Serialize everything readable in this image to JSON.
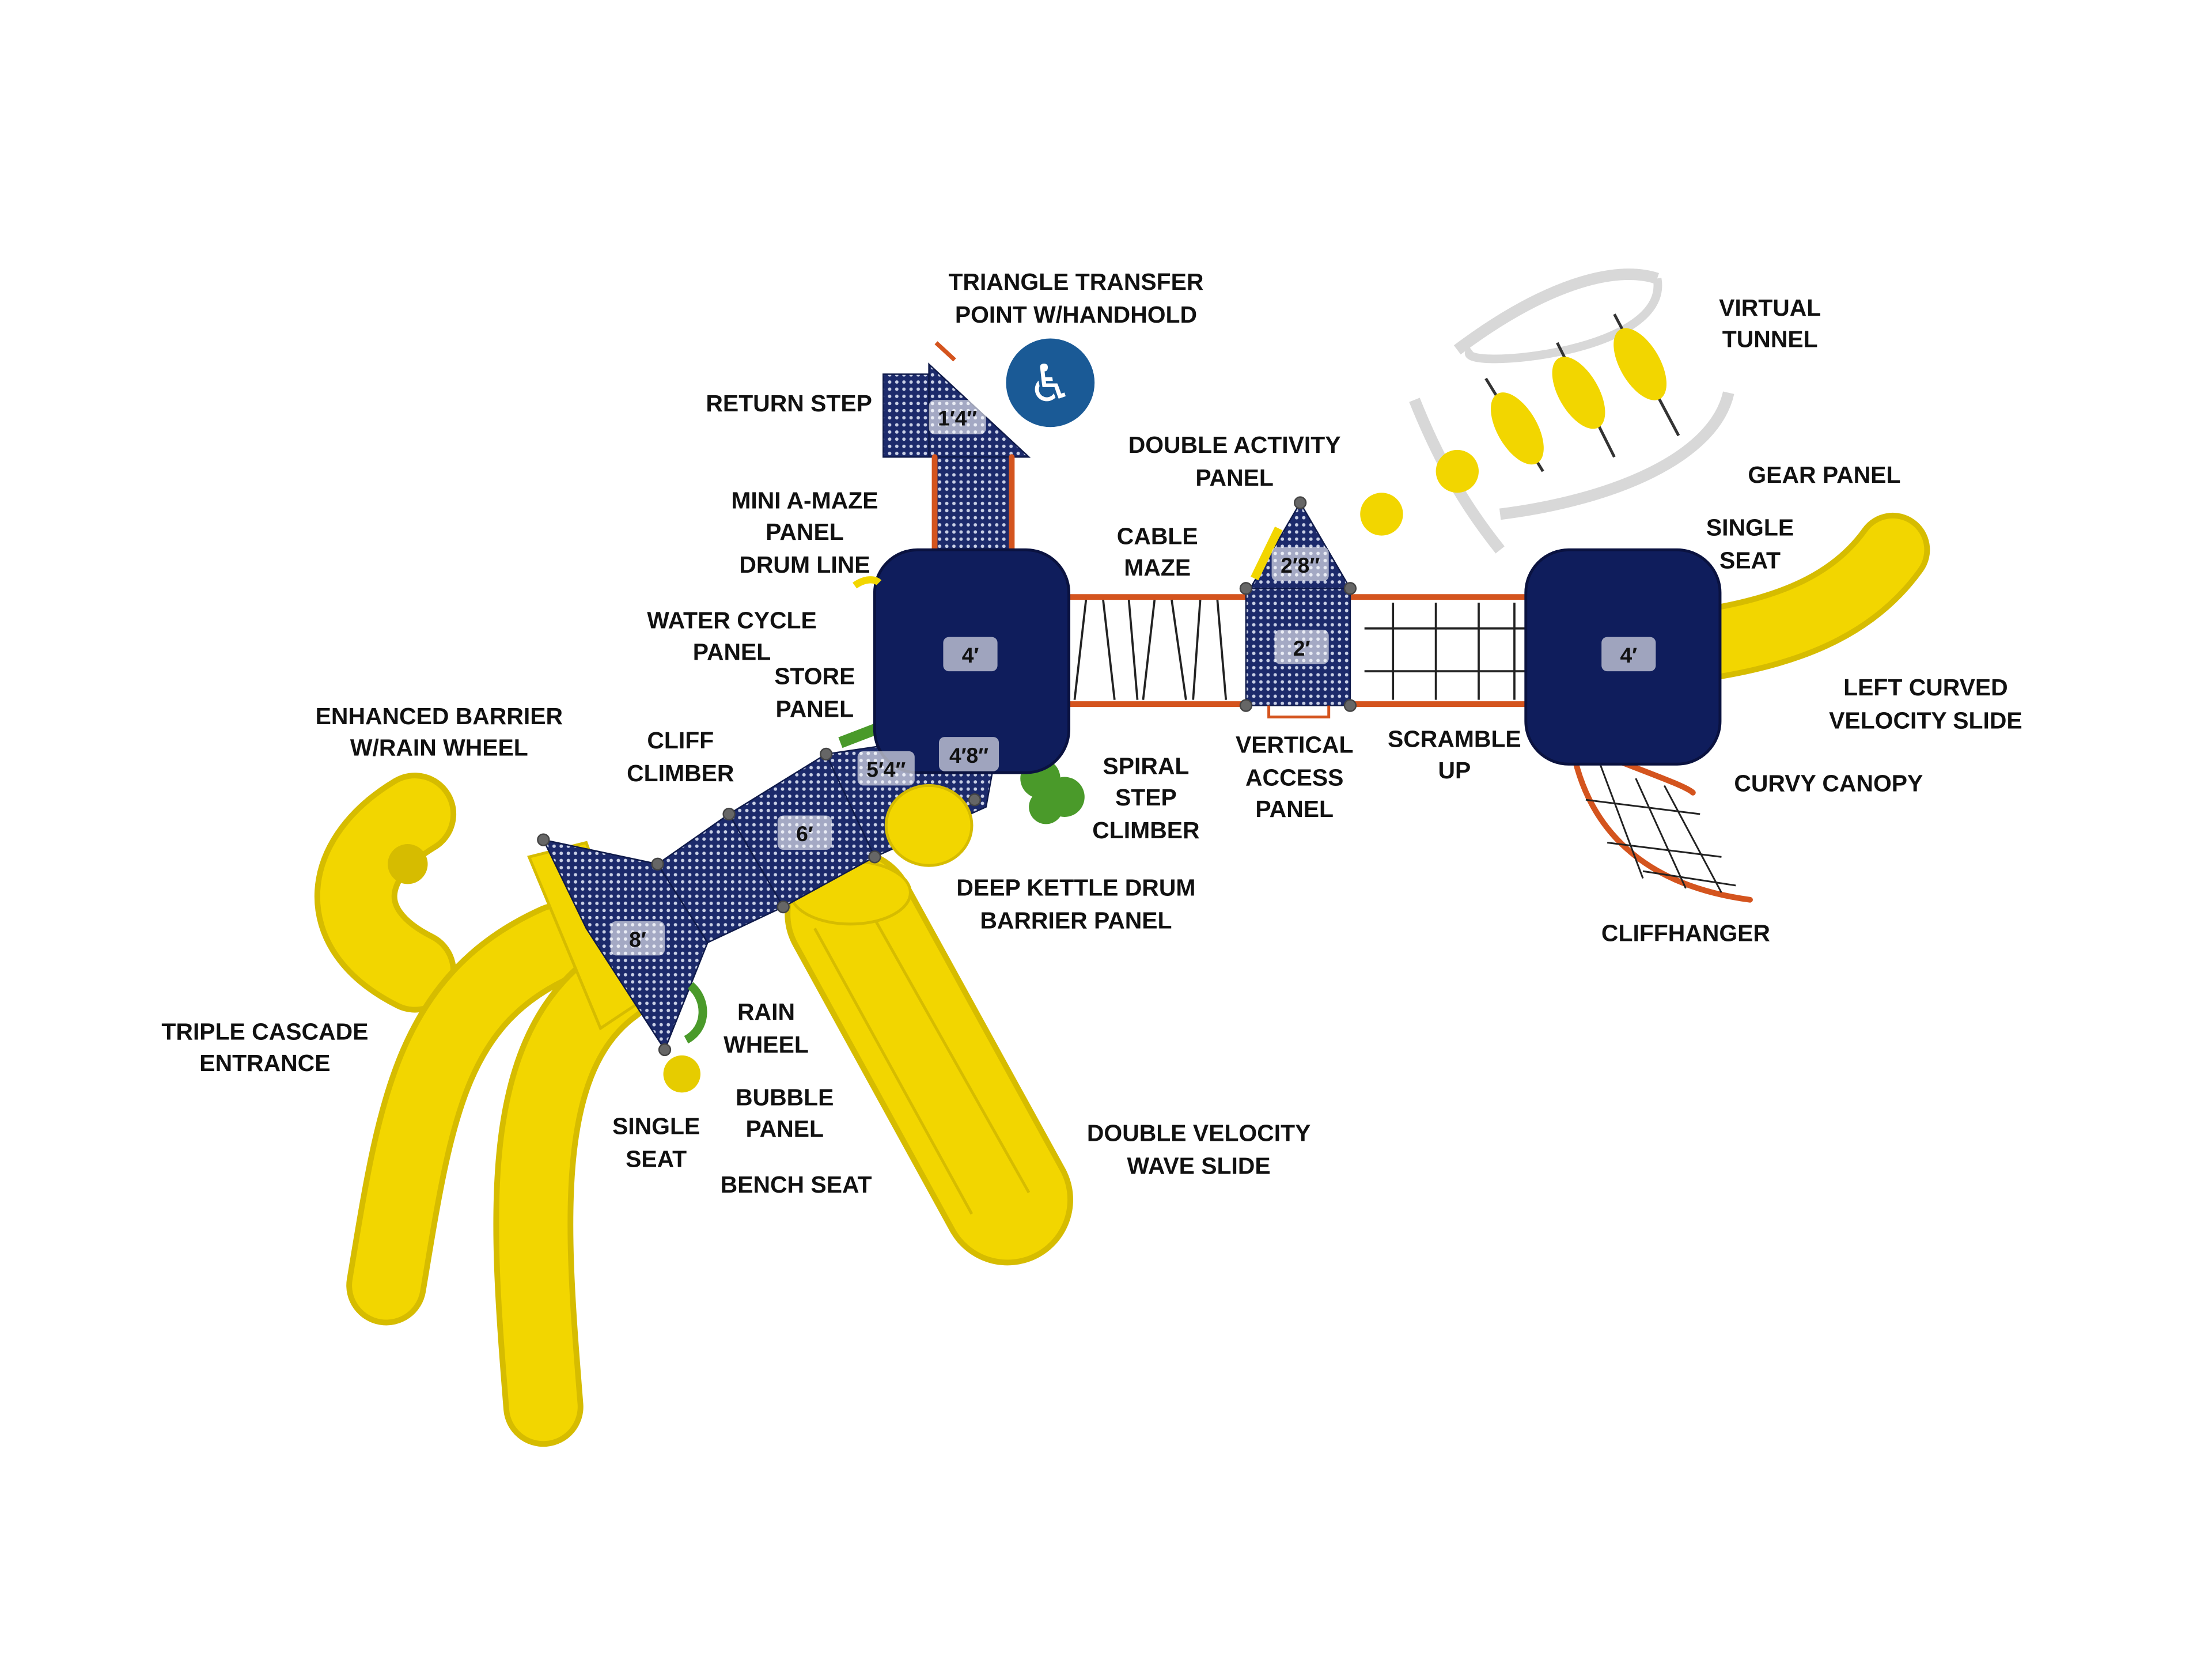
{
  "title": "Playground structure plan",
  "colors": {
    "deck": "#1c2a6b",
    "slide": "#f2d600",
    "rail": "#d4541e",
    "green": "#4a9a2a",
    "accessibility": "#1a5a96"
  },
  "icons": {
    "accessibility": "wheelchair-accessibility-icon"
  },
  "deck_heights": [
    "1′4″",
    "4′",
    "2′8″",
    "2′",
    "4′",
    "5′4″",
    "4′8″",
    "6′",
    "8′"
  ],
  "labels": [
    {
      "lines": [
        "TRIANGLE TRANSFER",
        "POINT W/HANDHOLD"
      ]
    },
    {
      "lines": [
        "RETURN STEP"
      ]
    },
    {
      "lines": [
        "MINI A-MAZE",
        "PANEL",
        "DRUM LINE"
      ]
    },
    {
      "lines": [
        "WATER CYCLE",
        "PANEL"
      ]
    },
    {
      "lines": [
        "STORE",
        "PANEL"
      ]
    },
    {
      "lines": [
        "ENHANCED BARRIER",
        "W/RAIN WHEEL"
      ]
    },
    {
      "lines": [
        "CLIFF",
        "CLIMBER"
      ]
    },
    {
      "lines": [
        "DOUBLE ACTIVITY",
        "PANEL"
      ]
    },
    {
      "lines": [
        "CABLE",
        "MAZE"
      ]
    },
    {
      "lines": [
        "VIRTUAL",
        "TUNNEL"
      ]
    },
    {
      "lines": [
        "GEAR PANEL"
      ]
    },
    {
      "lines": [
        "SINGLE",
        "SEAT"
      ]
    },
    {
      "lines": [
        "LEFT CURVED",
        "VELOCITY SLIDE"
      ]
    },
    {
      "lines": [
        "CURVY CANOPY"
      ]
    },
    {
      "lines": [
        "CLIFFHANGER"
      ]
    },
    {
      "lines": [
        "SCRAMBLE",
        "UP"
      ]
    },
    {
      "lines": [
        "VERTICAL",
        "ACCESS",
        "PANEL"
      ]
    },
    {
      "lines": [
        "SPIRAL",
        "STEP",
        "CLIMBER"
      ]
    },
    {
      "lines": [
        "DEEP KETTLE DRUM",
        "BARRIER PANEL"
      ]
    },
    {
      "lines": [
        "DOUBLE VELOCITY",
        "WAVE SLIDE"
      ]
    },
    {
      "lines": [
        "TRIPLE CASCADE",
        "ENTRANCE"
      ]
    },
    {
      "lines": [
        "RAIN",
        "WHEEL"
      ]
    },
    {
      "lines": [
        "BUBBLE",
        "PANEL"
      ]
    },
    {
      "lines": [
        "SINGLE",
        "SEAT"
      ]
    },
    {
      "lines": [
        "BENCH SEAT"
      ]
    }
  ]
}
